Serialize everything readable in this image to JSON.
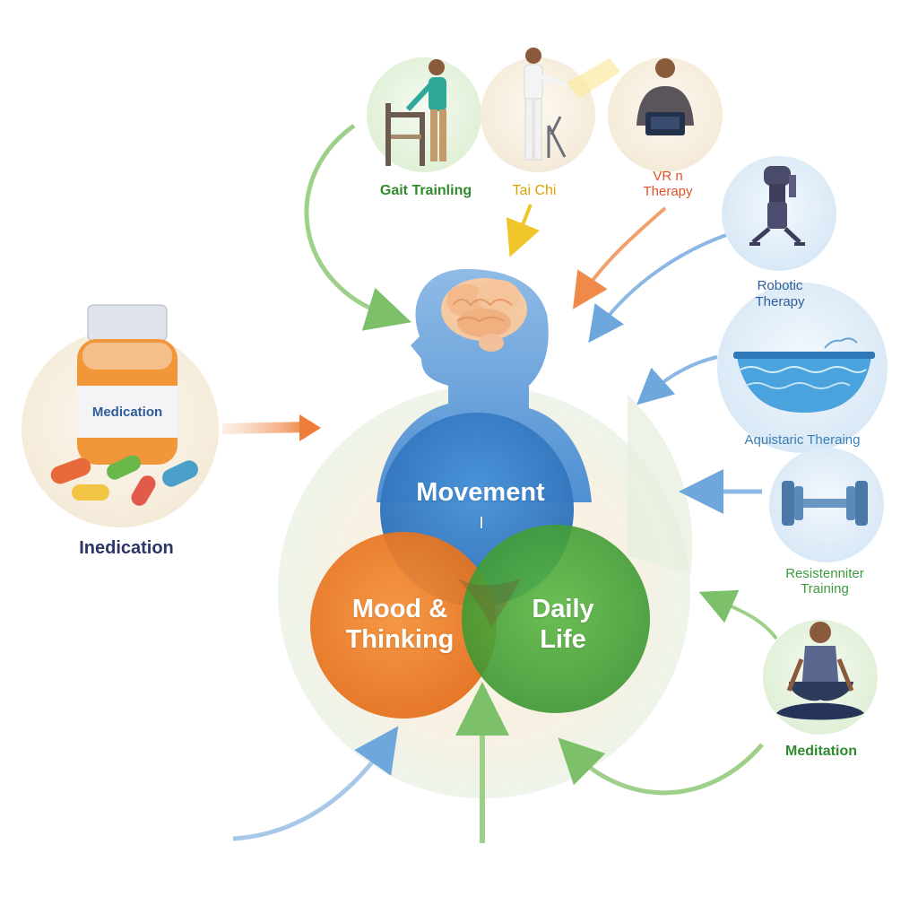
{
  "venn": {
    "movement": "Movement",
    "movement_mark": "I",
    "mood_line1": "Mood &",
    "mood_line2": "Thinking",
    "daily_line1": "Daily",
    "daily_line2": "Life"
  },
  "therapies": {
    "gait": "Gait Trainling",
    "taichi": "Tai Chi",
    "vr_line1": "VR n",
    "vr_line2": "Therapy",
    "robotic_line1": "Robotic",
    "robotic_line2": "Therapy",
    "aquatic": "Aquistaric Theraing",
    "resistance_line1": "Resistenniter",
    "resistance_line2": "Training",
    "meditation": "Meditation",
    "medication_caption": "Inedication",
    "medication_bottle_label": "Medication"
  },
  "colors": {
    "movement": "#3b82c8",
    "mood": "#ee7a22",
    "daily": "#49a83a",
    "gait_text": "#2e8b2e",
    "taichi_text": "#d8a300",
    "vr_text": "#e0522a",
    "blue_text": "#2f5d9a",
    "aquatic_text": "#3a7fb5",
    "green_text": "#3e9b3e",
    "navy_text": "#2c3566"
  }
}
